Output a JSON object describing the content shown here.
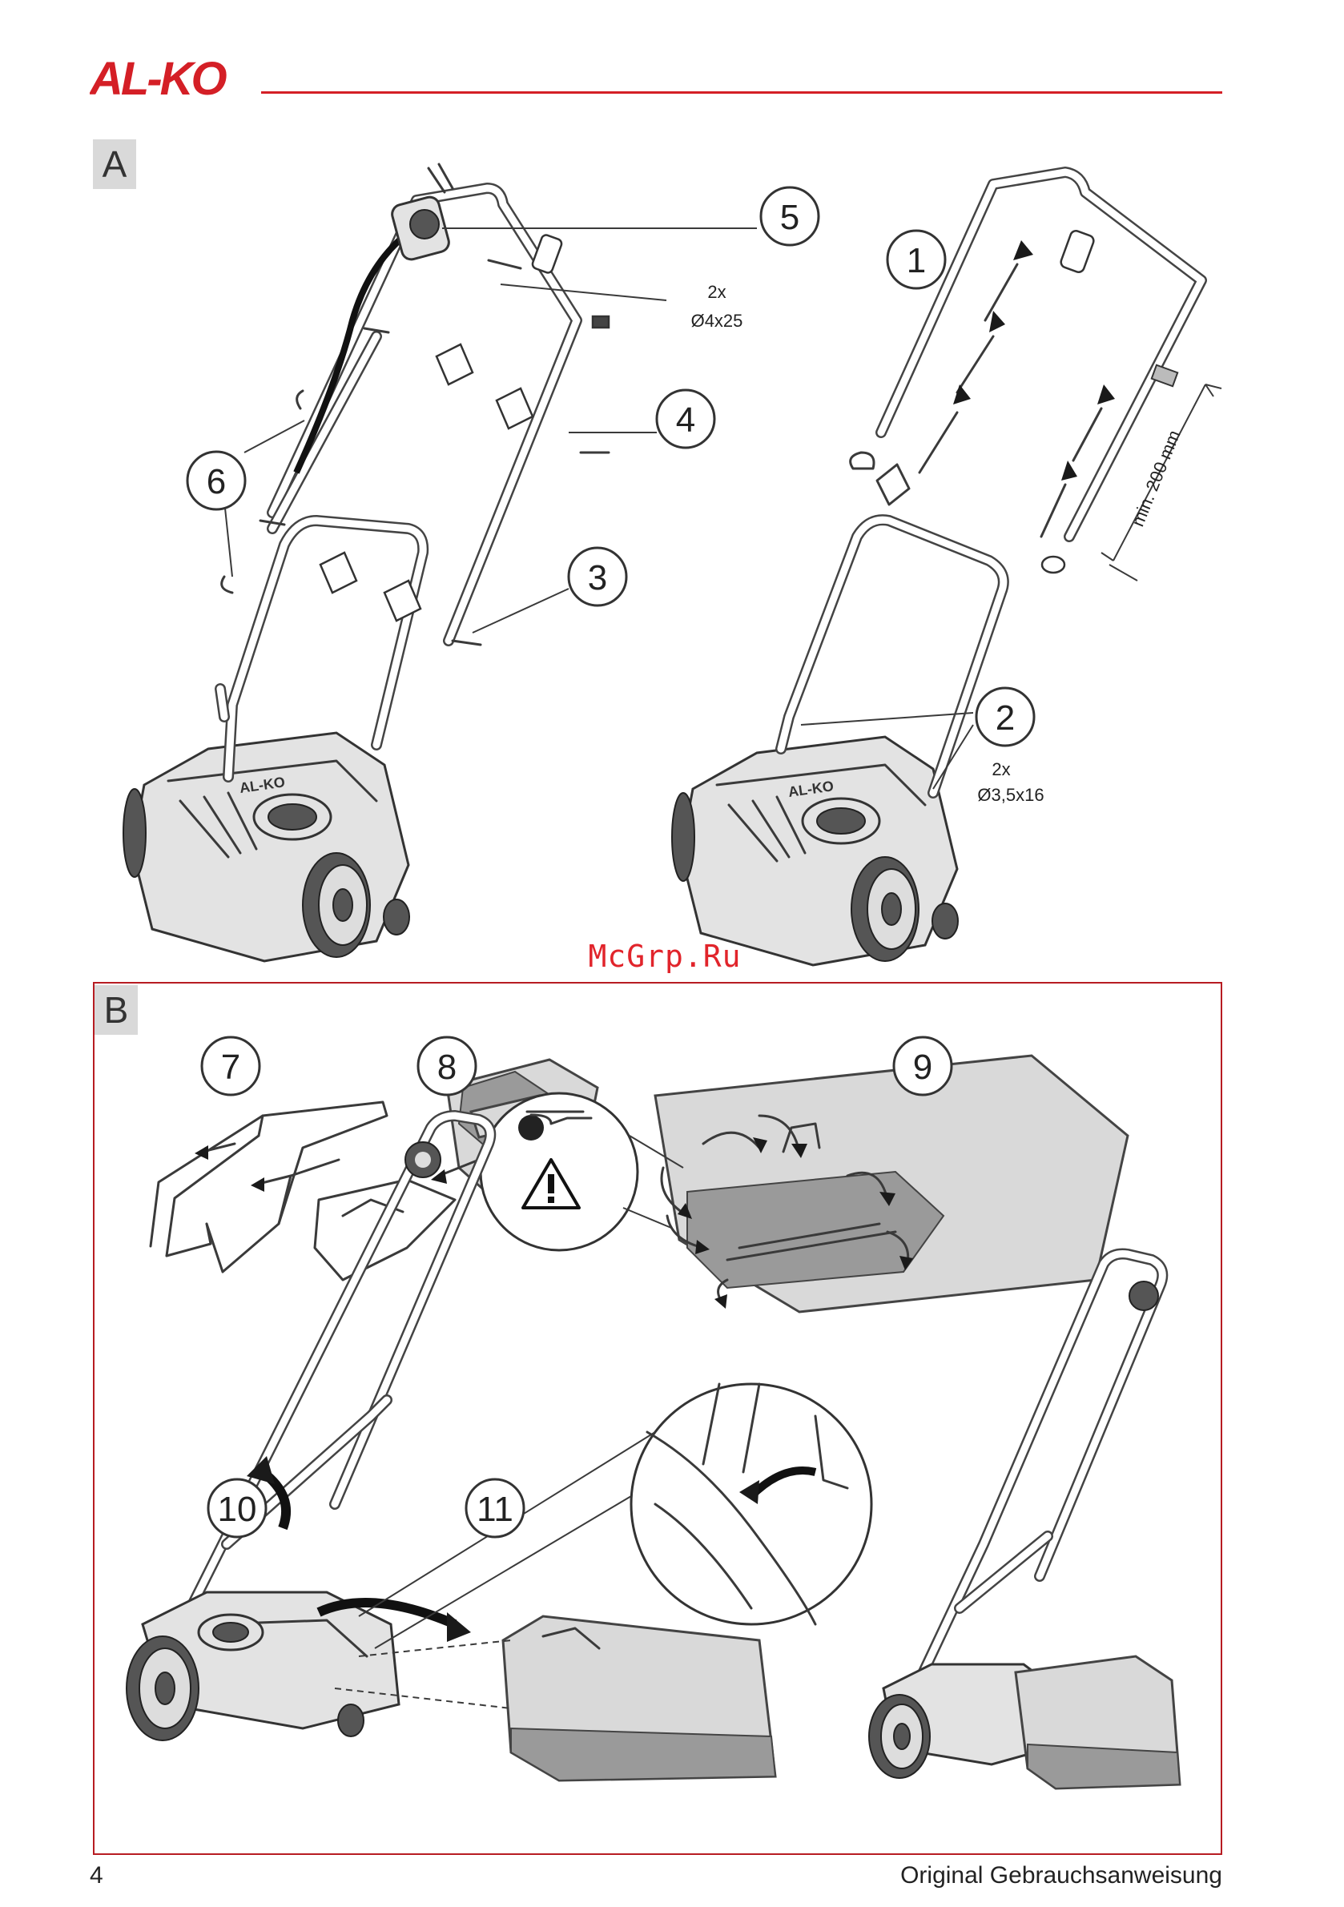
{
  "header": {
    "logo_text": "AL-KO",
    "brand_color": "#d41f26"
  },
  "section_a": {
    "label": "A",
    "callouts": [
      "1",
      "2",
      "3",
      "4",
      "5",
      "6"
    ],
    "spec_screw_large_count": "2x",
    "spec_screw_large_size": "Ø4x25",
    "spec_screw_small_count": "2x",
    "spec_screw_small_size": "Ø3,5x16",
    "spec_distance": "min. 200 mm"
  },
  "watermark": "McGrp.Ru",
  "section_b": {
    "label": "B",
    "callouts": [
      "7",
      "8",
      "9",
      "10",
      "11"
    ]
  },
  "footer": {
    "page_number": "4",
    "title": "Original Gebrauchsanweisung"
  },
  "icons": [
    "warning-triangle-icon",
    "arrow-icon"
  ]
}
